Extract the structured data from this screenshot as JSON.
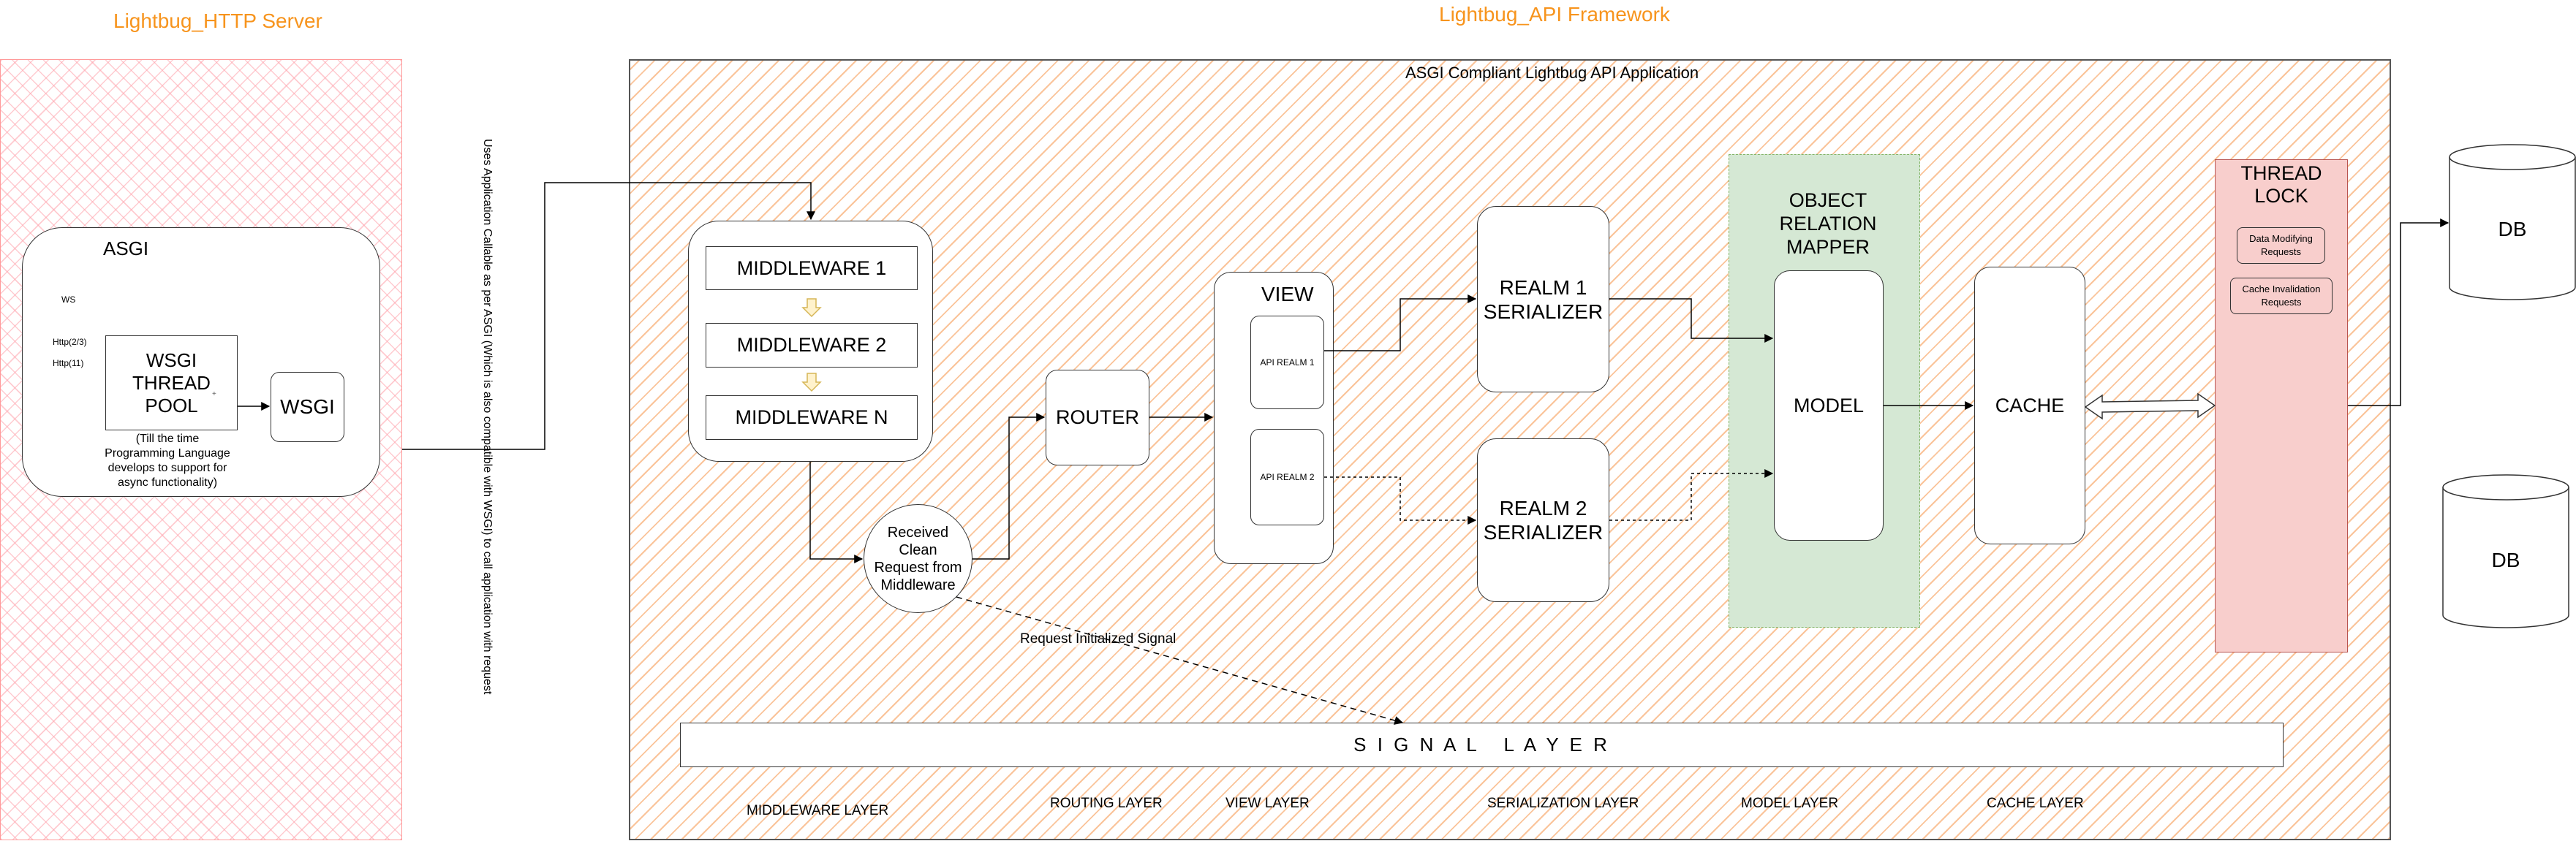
{
  "titles": {
    "http_server": "Lightbug_HTTP Server",
    "api_framework": "Lightbug_API Framework",
    "asgi_app": "ASGI Compliant Lightbug API Application"
  },
  "http_server": {
    "asgi_label": "ASGI",
    "ws_label": "WS",
    "http23_label": "Http(2/3)",
    "http11_label": "Http(11)",
    "thread_pool_label": "WSGI THREAD POOL",
    "wsgi_label": "WSGI",
    "note": "(Till the time Programming Language develops to support for async functionality)"
  },
  "vertical_note": "Uses Application Callable as per ASGI (Which is also compatible with WSGI) to call application with request",
  "middleware": {
    "items": [
      "MIDDLEWARE 1",
      "MIDDLEWARE 2",
      "MIDDLEWARE N"
    ]
  },
  "received_request": "Received Clean Request from Middleware",
  "router": "ROUTER",
  "view": {
    "label": "VIEW",
    "realm1": "API REALM 1",
    "realm2": "API REALM 2"
  },
  "serializers": [
    "REALM 1 SERIALIZER",
    "REALM 2 SERIALIZER"
  ],
  "orm": {
    "label": "OBJECT RELATION MAPPER",
    "model": "MODEL"
  },
  "cache": "CACHE",
  "thread_lock": {
    "label": "THREAD LOCK",
    "item1": "Data Modifying Requests",
    "item2": "Cache Invalidation Requests"
  },
  "db": [
    "DB",
    "DB"
  ],
  "signal": {
    "edge_label": "Request Initialized Signal",
    "layer": "S I G N A L   L A Y E R"
  },
  "layers": {
    "middleware": "MIDDLEWARE LAYER",
    "routing": "ROUTING LAYER",
    "view": "VIEW LAYER",
    "serialization": "SERIALIZATION LAYER",
    "model": "MODEL LAYER",
    "cache": "CACHE LAYER"
  },
  "colors": {
    "title_orange": "#f7941d",
    "orm_green": "#d5e8d4",
    "lock_red": "#f8cecc",
    "arrow_yellow": "#ffd966"
  }
}
